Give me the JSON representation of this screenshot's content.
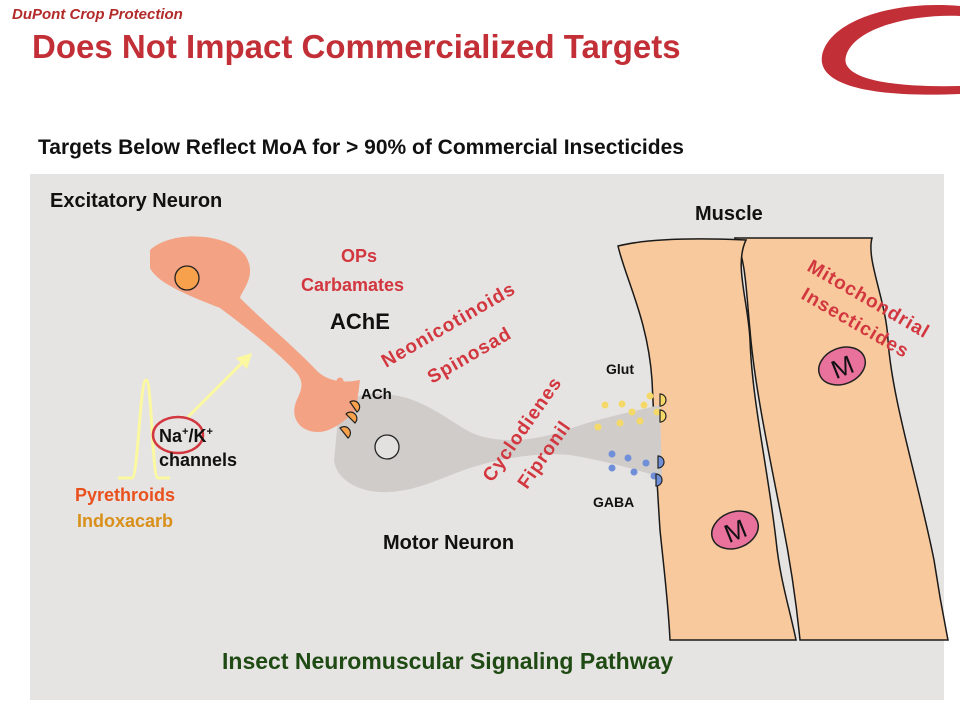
{
  "header": {
    "company": "DuPont Crop Protection",
    "title": "Does Not Impact Commercialized Targets",
    "subtitle": "Targets Below Reflect MoA for > 90% of Commercial Insecticides"
  },
  "diagram": {
    "excitatory_neuron": "Excitatory Neuron",
    "motor_neuron": "Motor Neuron",
    "muscle": "Muscle",
    "ops": "OPs",
    "carbamates": "Carbamates",
    "ache": "AChE",
    "ach": "ACh",
    "neonicotinoids": "Neonicotinoids",
    "spinosad": "Spinosad",
    "na": "Na",
    "na_sup": "+",
    "slash_k": "/K",
    "k_sup": "+",
    "channels": "channels",
    "pyrethroids": "Pyrethroids",
    "indoxacarb": "Indoxacarb",
    "glut": "Glut",
    "gaba": "GABA",
    "cyclodienes": "Cyclodienes",
    "fipronil": "Fipronil",
    "mitochondrial": "Mitochondrial",
    "insecticides": "Insecticides",
    "m_label": "M",
    "pathway_title": "Insect Neuromuscular Signaling Pathway"
  },
  "colors": {
    "title_red": "#c22f37",
    "label_red": "#d2373f",
    "orange": "#e8501e",
    "gold": "#d9901a",
    "green": "#1f4a14",
    "muscle": "#f8c99d",
    "neuron_salmon": "#f3a284",
    "motor_grey": "#cfccca",
    "panel": "#e6e4e2"
  }
}
